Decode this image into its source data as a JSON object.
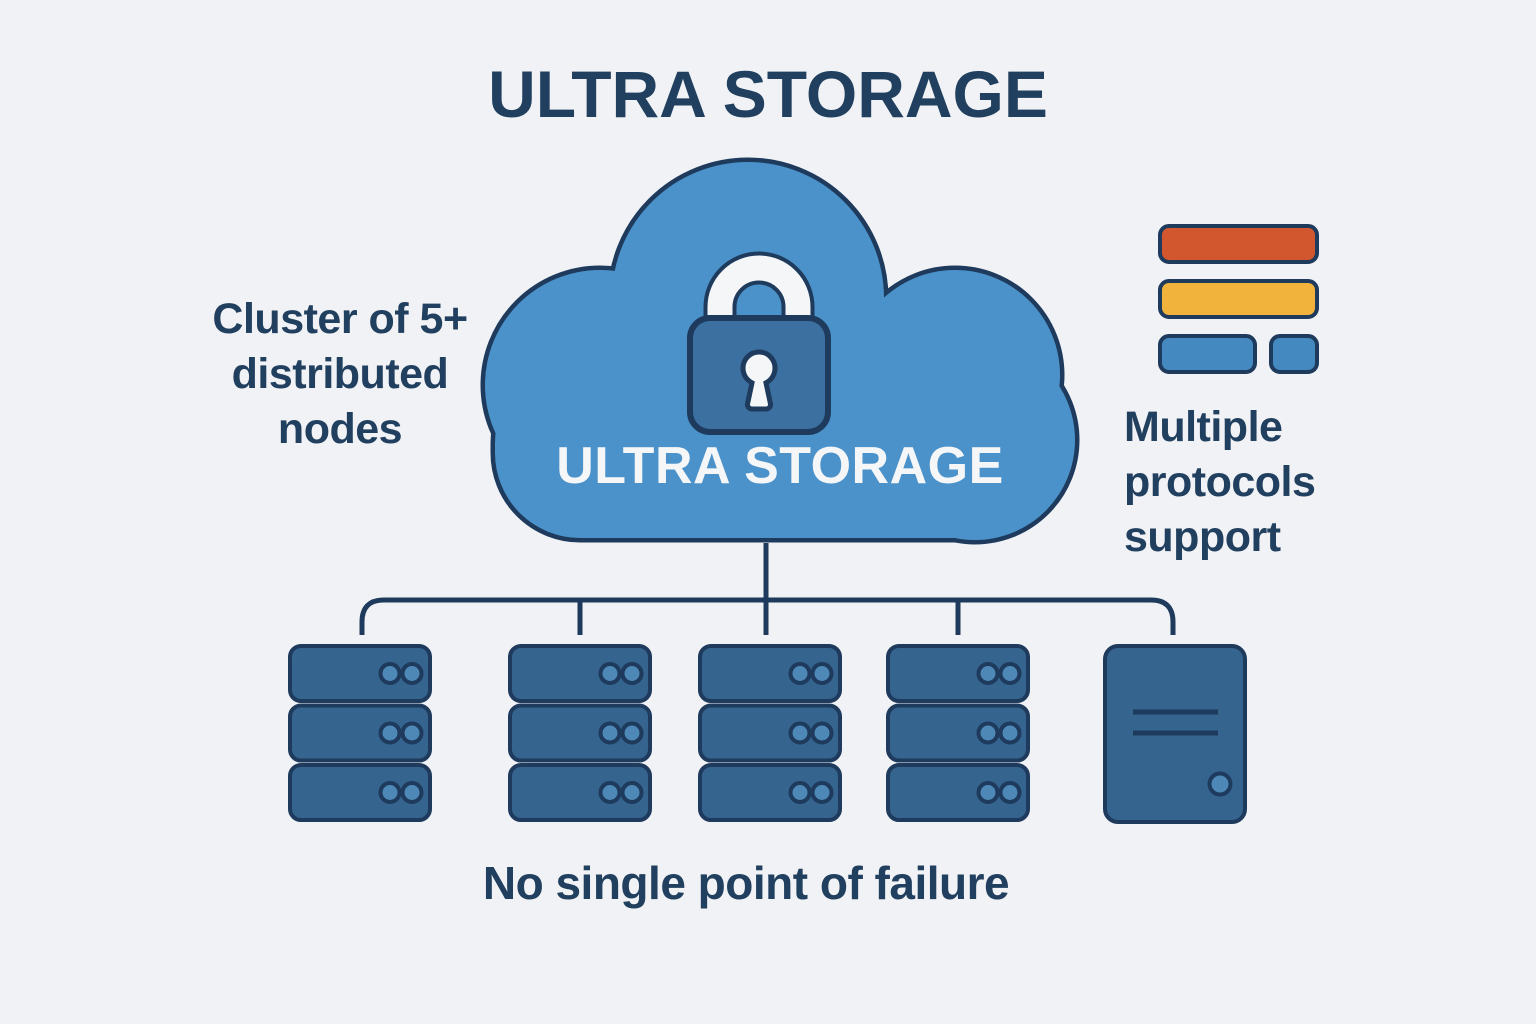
{
  "background": "#F1F2F5",
  "title": "ULTRA STORAGE",
  "cloud": {
    "label": "ULTRA STORAGE"
  },
  "left_note": {
    "lines": [
      "Cluster of 5+",
      "distributed",
      "nodes"
    ]
  },
  "right_note": {
    "lines": [
      "Multiple",
      "protocols",
      "support"
    ]
  },
  "caption": "No single point of failure",
  "cluster": {
    "node_count": 5,
    "rack_nodes": 4,
    "tower_nodes": 1
  },
  "colors": {
    "navy_outline": "#1E3A5C",
    "text_navy": "#21405F",
    "cloud_blue": "#4B92CA",
    "lock_blue": "#3B70A0",
    "server_blue": "#35648E",
    "led_blue": "#4E88B6",
    "protocol_orange": "#D2572F",
    "protocol_yellow": "#F2B33C",
    "protocol_blue": "#4489C0",
    "white": "#F4F6F8"
  }
}
